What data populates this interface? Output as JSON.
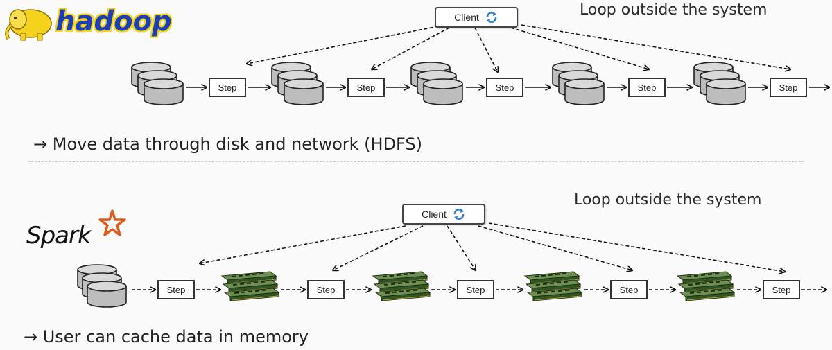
{
  "hadoop": {
    "logo_text": "hadoop",
    "loop_label": "Loop outside the system",
    "client_label": "Client",
    "step_label": "Step",
    "note": "→ Move data through disk and network (HDFS)"
  },
  "spark": {
    "logo_text": "Spark",
    "loop_label": "Loop outside the system",
    "client_label": "Client",
    "step_label": "Step",
    "note": "→ User can cache data in memory"
  },
  "colors": {
    "hadoop_blue": "#1b3fb8",
    "hadoop_yellow": "#f5d21c",
    "spark_orange": "#e05a1a",
    "disk_gray": "#bcbcbc",
    "ram_green": "#3d6b2e",
    "refresh_blue": "#2e7fd0"
  },
  "icons": {
    "client": "refresh-icon",
    "storage": "disk-stack-icon",
    "memory": "ram-stick-icon",
    "hadoop_mascot": "elephant-icon",
    "spark_mark": "star-icon"
  }
}
